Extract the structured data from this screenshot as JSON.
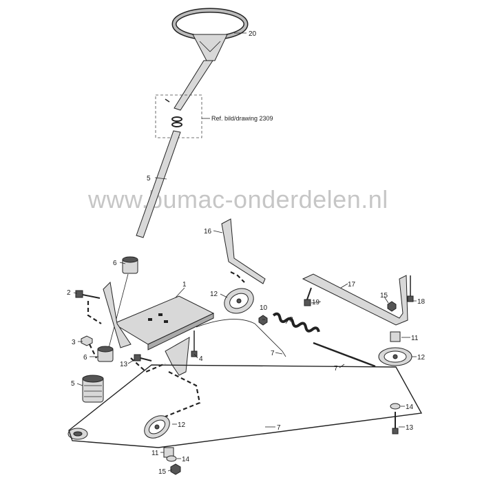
{
  "watermark": "www.bumac-onderdelen.nl",
  "reference_note": "Ref. bild/drawing 2309",
  "callouts": {
    "c20": "20",
    "c5a": "5",
    "c6a": "6",
    "c1": "1",
    "c2": "2",
    "c3": "3",
    "c6b": "6",
    "c5b": "5",
    "c13a": "13",
    "c4": "4",
    "c12a": "12",
    "c16": "16",
    "c10": "10",
    "c8": "8",
    "c7a": "7",
    "c17": "17",
    "c19": "19",
    "c15a": "15",
    "c18": "18",
    "c11a": "11",
    "c12b": "12",
    "c7b": "7",
    "c14a": "14",
    "c13b": "13",
    "c7c": "7",
    "c12c": "12",
    "c11b": "11",
    "c14b": "14",
    "c15b": "15"
  }
}
